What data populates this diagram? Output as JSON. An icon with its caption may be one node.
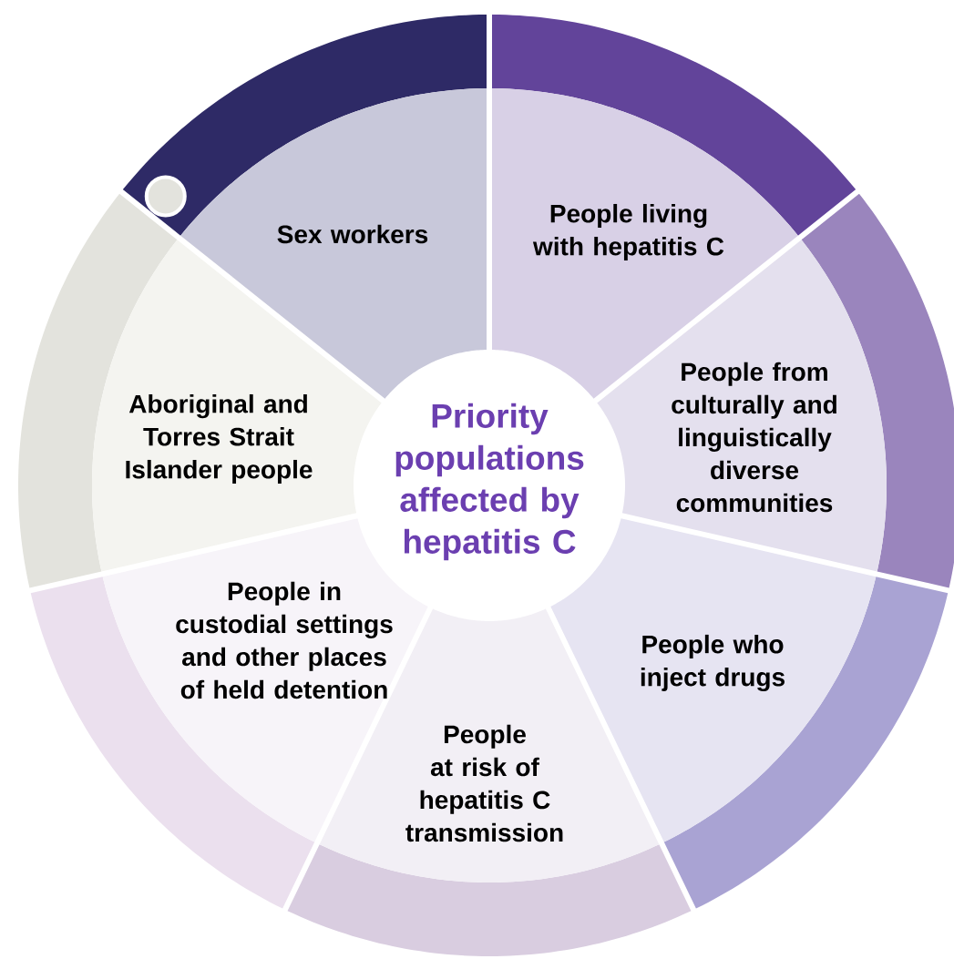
{
  "diagram": {
    "nodes": [
      {
        "text": [
          "Priority populations affected by hepatitis C"
        ]
      },
      {
        "text": [
          "Sex workers"
        ]
      },
      {
        "text": [
          "People living with hepatitis C"
        ]
      },
      {
        "text": [
          "People from culturally and linguistically diverse communities"
        ]
      },
      {
        "text": [
          "People who inject drugs"
        ]
      },
      {
        "text": [
          "People at risk of hepatitis C transmission"
        ]
      },
      {
        "text": [
          "People in custodial settings and other places of held detention"
        ]
      },
      {
        "text": [
          "Aboriginal and Torres Strait Islander people"
        ]
      }
    ]
  }
}
